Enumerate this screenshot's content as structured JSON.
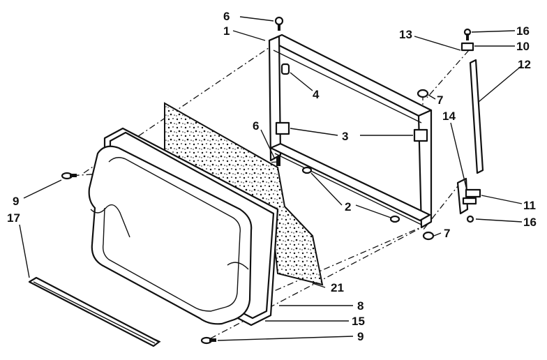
{
  "diagram": {
    "callouts": [
      {
        "id": "c6a",
        "text": "6"
      },
      {
        "id": "c1",
        "text": "1"
      },
      {
        "id": "c4",
        "text": "4"
      },
      {
        "id": "c6b",
        "text": "6"
      },
      {
        "id": "c3",
        "text": "3"
      },
      {
        "id": "c2",
        "text": "2"
      },
      {
        "id": "c13",
        "text": "13"
      },
      {
        "id": "c16a",
        "text": "16"
      },
      {
        "id": "c10",
        "text": "10"
      },
      {
        "id": "c12",
        "text": "12"
      },
      {
        "id": "c7a",
        "text": "7"
      },
      {
        "id": "c14",
        "text": "14"
      },
      {
        "id": "c11",
        "text": "11"
      },
      {
        "id": "c16b",
        "text": "16"
      },
      {
        "id": "c7b",
        "text": "7"
      },
      {
        "id": "c9a",
        "text": "9"
      },
      {
        "id": "c17",
        "text": "17"
      },
      {
        "id": "c21",
        "text": "21"
      },
      {
        "id": "c8",
        "text": "8"
      },
      {
        "id": "c15",
        "text": "15"
      },
      {
        "id": "c9b",
        "text": "9"
      }
    ],
    "colors": {
      "ink": "#111111",
      "paper": "#ffffff",
      "insulation": "#e9e9e9"
    }
  }
}
